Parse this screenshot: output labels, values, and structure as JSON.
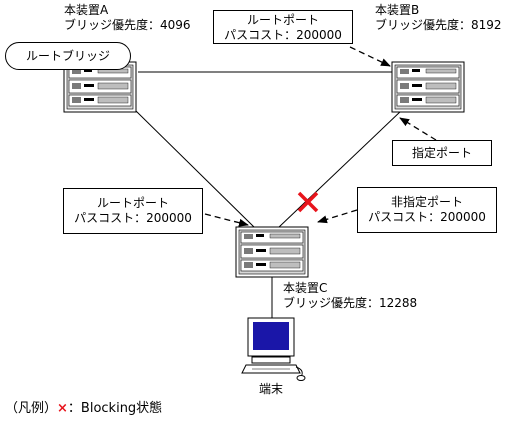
{
  "nodes": {
    "a": {
      "name": "本装置A",
      "priority": "ブリッジ優先度：4096"
    },
    "b": {
      "name": "本装置B",
      "priority": "ブリッジ優先度：8192"
    },
    "c": {
      "name": "本装置C",
      "priority": "ブリッジ優先度：12288"
    },
    "terminal": {
      "label": "端末"
    }
  },
  "callouts": {
    "root_bridge": "ルートブリッジ",
    "root_port_b": {
      "line1": "ルートポート",
      "line2": "パスコスト：200000"
    },
    "designated_port": "指定ポート",
    "root_port_c": {
      "line1": "ルートポート",
      "line2": "パスコスト：200000"
    },
    "non_designated_port": {
      "line1": "非指定ポート",
      "line2": "パスコスト：200000"
    }
  },
  "legend": {
    "prefix": "（凡例）",
    "mark": "×",
    "text": "：Blocking状態"
  },
  "colors": {
    "blocking_mark": "#e8141c",
    "screen": "#1a16a8"
  }
}
